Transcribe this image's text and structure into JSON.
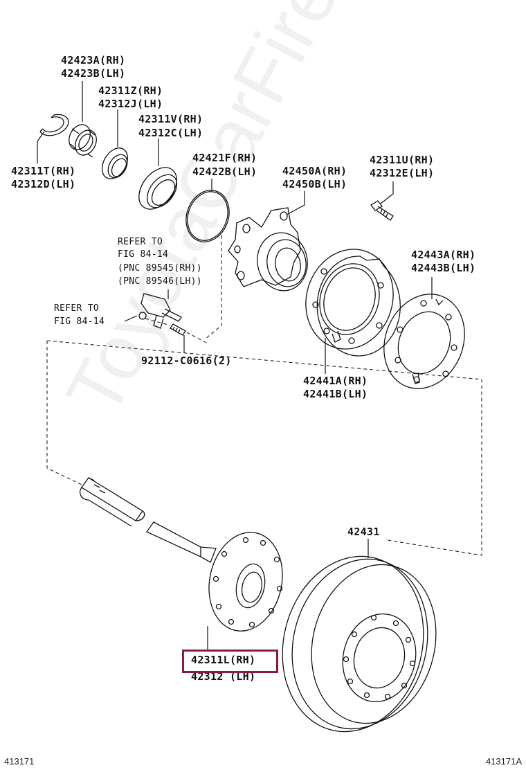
{
  "watermark": "ToyotaCarFire.ru",
  "highlight_color": "#8a1c3a",
  "labels": {
    "p42423A": "42423A(RH)",
    "p42423B": "42423B(LH)",
    "p42311Z": "42311Z(RH)",
    "p42312J": "42312J(LH)",
    "p42311V": "42311V(RH)",
    "p42312C": "42312C(LH)",
    "p42311T": "42311T(RH)",
    "p42312D": "42312D(LH)",
    "p42421F": "42421F(RH)",
    "p42422B": "42422B(LH)",
    "p42450A": "42450A(RH)",
    "p42450B": "42450B(LH)",
    "p42311U": "42311U(RH)",
    "p42312E": "42312E(LH)",
    "refer1_a": "REFER TO",
    "refer1_b": "FIG 84-14",
    "pnc1": "(PNC 89545(RH))",
    "pnc2": "(PNC 89546(LH))",
    "refer2_a": "REFER TO",
    "refer2_b": "FIG 84-14",
    "p92112": "92112-C0616(2)",
    "p42443A": "42443A(RH)",
    "p42443B": "42443B(LH)",
    "p42441A": "42441A(RH)",
    "p42441B": "42441B(LH)",
    "p42431": "42431",
    "p42311L": "42311L(RH)",
    "p42312": "42312 (LH)"
  },
  "footer": {
    "left": "413171",
    "right": "413171A"
  }
}
